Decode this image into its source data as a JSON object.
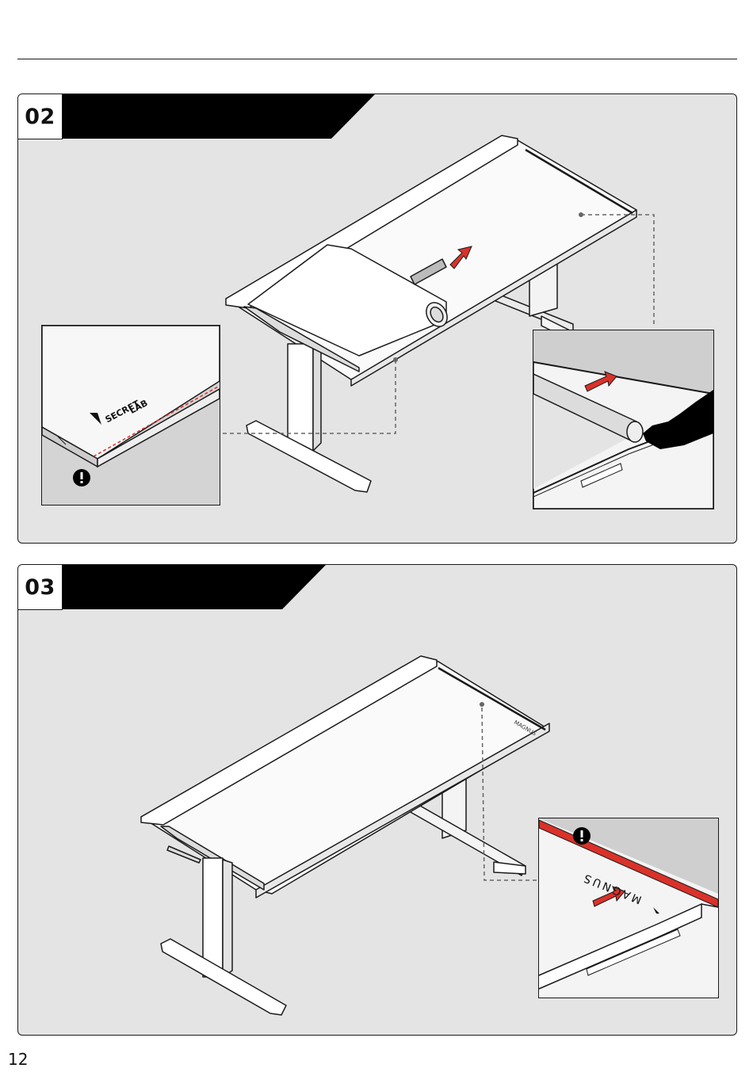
{
  "steps": [
    {
      "number": "02",
      "brand_logo_line1": "SECRET",
      "brand_logo_line2": "LAB"
    },
    {
      "number": "03",
      "mat_brand": "MAGNUS"
    }
  ],
  "page_number": "12",
  "colors": {
    "panel_bg": "#e4e4e4",
    "accent_red": "#d9322a",
    "ink": "#1a1a1a"
  },
  "icons": [
    "exclamation-icon",
    "arrow-icon",
    "hand-icon",
    "logo-icon"
  ]
}
